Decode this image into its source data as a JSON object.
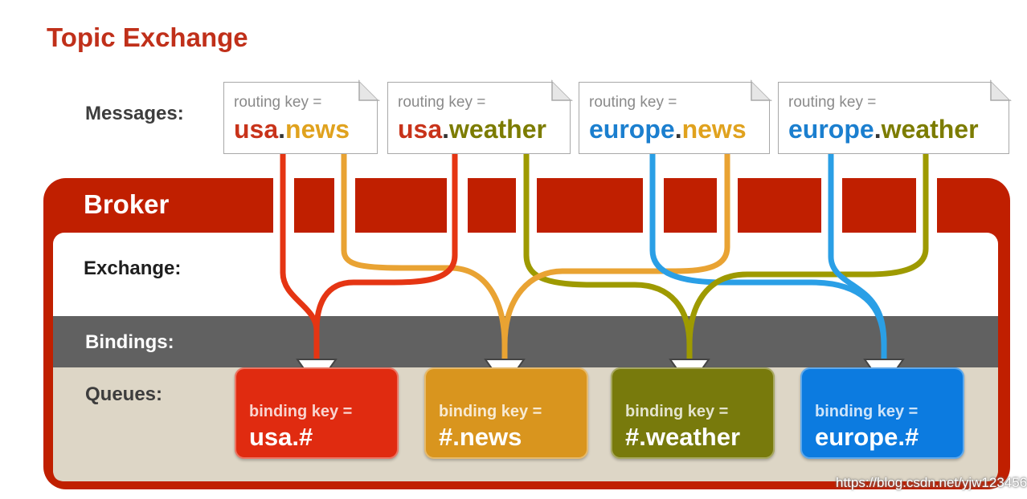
{
  "title": "Topic Exchange",
  "labels": {
    "messages": "Messages:",
    "broker": "Broker",
    "exchange": "Exchange:",
    "bindings": "Bindings:",
    "queues": "Queues:"
  },
  "messages": [
    {
      "routing_label": "routing key =",
      "parts": [
        "usa",
        ".",
        "news"
      ],
      "colors": [
        "#c8331a",
        "#333333",
        "#e0a21e"
      ]
    },
    {
      "routing_label": "routing key =",
      "parts": [
        "usa",
        ".",
        "weather"
      ],
      "colors": [
        "#c8331a",
        "#333333",
        "#7c7c00"
      ]
    },
    {
      "routing_label": "routing key =",
      "parts": [
        "europe",
        ".",
        "news"
      ],
      "colors": [
        "#1b7fcf",
        "#333333",
        "#e0a21e"
      ]
    },
    {
      "routing_label": "routing key =",
      "parts": [
        "europe",
        ".",
        "weather"
      ],
      "colors": [
        "#1b7fcf",
        "#333333",
        "#7c7c00"
      ]
    }
  ],
  "queues": [
    {
      "binding_label": "binding key =",
      "key": "usa.#",
      "color": "#e02b10"
    },
    {
      "binding_label": "binding key =",
      "key": "#.news",
      "color": "#d9951e"
    },
    {
      "binding_label": "binding key =",
      "key": "#.weather",
      "color": "#787a0c"
    },
    {
      "binding_label": "binding key =",
      "key": "europe.#",
      "color": "#0c7be0"
    }
  ],
  "colors": {
    "title": "#c0301a",
    "broker": "#c01f00",
    "bindings_band": "#616161",
    "queues_band": "#ddd6c6",
    "label_text": "#3d3d3d",
    "usa": "#e53513",
    "news": "#e9a333",
    "weather": "#9e9a00",
    "europe": "#2a9fe6"
  },
  "watermark": "https://blog.csdn.net/yjw123456"
}
